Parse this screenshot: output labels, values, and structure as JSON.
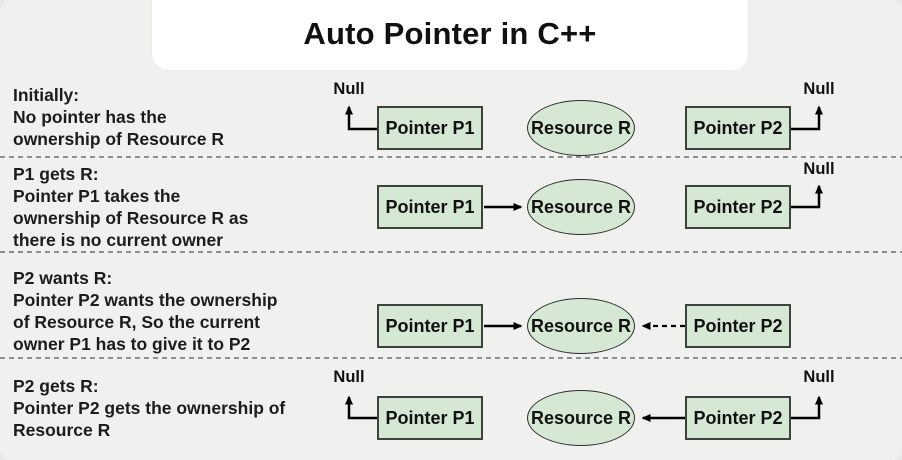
{
  "title": "Auto Pointer in C++",
  "labels": {
    "pointer_p1": "Pointer P1",
    "pointer_p2": "Pointer P2",
    "resource": "Resource R",
    "null_label": "Null"
  },
  "rows": [
    {
      "heading": "Initially:",
      "lines": [
        "No pointer has the",
        "ownership of Resource R"
      ]
    },
    {
      "heading": "P1 gets R:",
      "lines": [
        "Pointer P1 takes the",
        "ownership of Resource R as",
        "there is no current owner"
      ]
    },
    {
      "heading": "P2 wants R:",
      "lines": [
        "Pointer P2 wants the ownership",
        "of Resource R, So the current",
        "owner P1 has to give it to P2"
      ]
    },
    {
      "heading": "P2 gets R:",
      "lines": [
        "Pointer P2 gets the ownership of",
        "Resource R"
      ]
    }
  ],
  "colors": {
    "background": "#f0f0ee",
    "card": "#ffffff",
    "shape_fill": "#d5e8d4",
    "shape_border": "#3d423d",
    "arrow": "#000000",
    "separator_dash": "#8f8f8f"
  }
}
